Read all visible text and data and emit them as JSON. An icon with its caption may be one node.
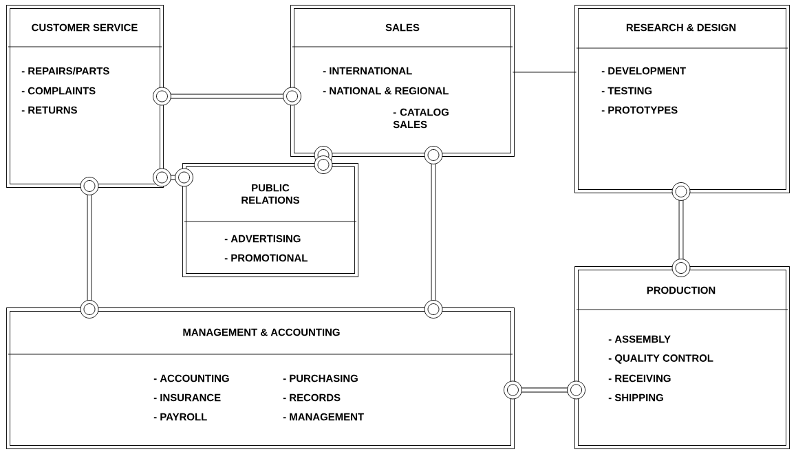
{
  "diagram": {
    "nodes": [
      {
        "text": [
          "CUSTOMER SERVICE",
          "- REPAIRS/PARTS",
          "- COMPLAINTS",
          "- RETURNS"
        ]
      },
      {
        "text": [
          "SALES",
          "- INTERNATIONAL",
          "- NATIONAL & REGIONAL",
          "- CATALOG SALES"
        ]
      },
      {
        "text": [
          "RESEARCH & DESIGN",
          "- DEVELOPMENT",
          "- TESTING",
          "- PROTOTYPES"
        ]
      },
      {
        "text": [
          "PUBLIC RELATIONS",
          "- ADVERTISING",
          "- PROMOTIONAL"
        ]
      },
      {
        "text": [
          "MANAGEMENT & ACCOUNTING",
          "- ACCOUNTING",
          "- INSURANCE",
          "- PAYROLL",
          "- PURCHASING",
          "- RECORDS",
          "- MANAGEMENT"
        ]
      },
      {
        "text": [
          "PRODUCTION",
          "- ASSEMBLY",
          "- QUALITY CONTROL",
          "- RECEIVING",
          "- SHIPPING"
        ]
      }
    ],
    "edges": [
      {
        "from": 0,
        "to": 1,
        "arrow": "other"
      },
      {
        "from": 0,
        "to": 3,
        "arrow": "other"
      },
      {
        "from": 1,
        "to": 3,
        "arrow": "other"
      },
      {
        "from": 0,
        "to": 4,
        "arrow": "other"
      },
      {
        "from": 1,
        "to": 4,
        "arrow": "other"
      },
      {
        "from": 2,
        "to": 5,
        "arrow": "other"
      },
      {
        "from": 4,
        "to": 5,
        "arrow": "other"
      },
      {
        "from": 1,
        "to": 2,
        "arrow": "none"
      }
    ]
  }
}
